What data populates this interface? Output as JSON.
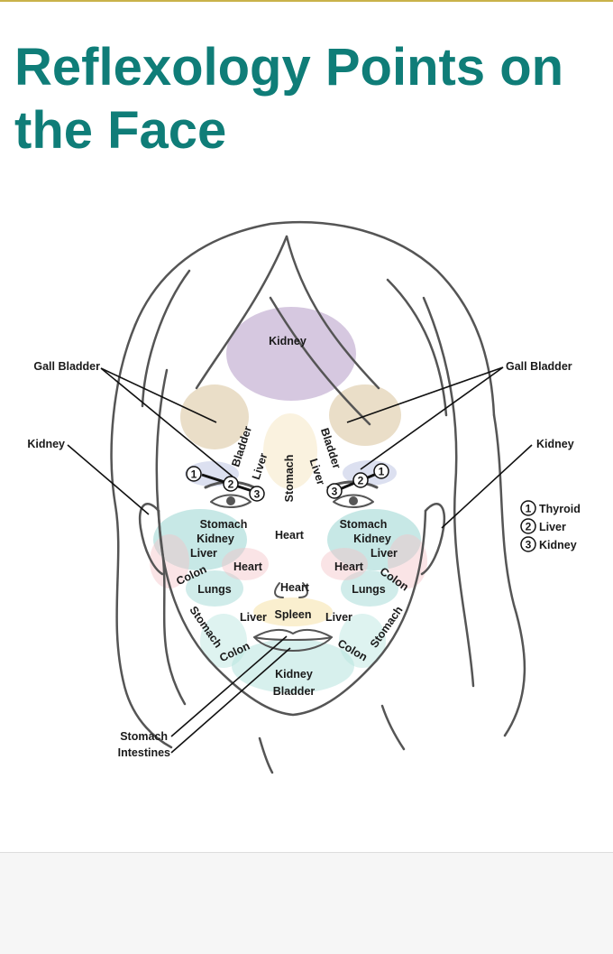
{
  "title": "Reflexology Points on the Face",
  "colors": {
    "title": "#0f7d78",
    "line": "#555555",
    "kidney_zone": "#c8b6d6",
    "gall_bladder_zone": "#d9c29a",
    "cheek_zone": "#a9dcd8",
    "heart_zone": "#f3c3c8",
    "chin_zone": "#b6e4de"
  },
  "labels": {
    "kidney_forehead": "Kidney",
    "gall_bladder_left": "Gall Bladder",
    "gall_bladder_right": "Gall Bladder",
    "kidney_left": "Kidney",
    "kidney_right": "Kidney",
    "bladder_left": "Bladder",
    "liver_left": "Liver",
    "stomach_center": "Stomach",
    "bladder_right": "Bladder",
    "liver_right": "Liver",
    "marker_1": "1",
    "marker_2": "2",
    "marker_3": "3",
    "stomach_left": "Stomach",
    "kidney_cheek_left": "Kidney",
    "liver_cheek_left": "Liver",
    "stomach_right": "Stomach",
    "kidney_cheek_right": "Kidney",
    "liver_cheek_right": "Liver",
    "heart_top": "Heart",
    "heart_left": "Heart",
    "heart_right": "Heart",
    "heart_nose": "Heart",
    "colon_left": "Colon",
    "lungs_left": "Lungs",
    "colon_right": "Colon",
    "lungs_right": "Lungs",
    "stomach_jaw_left": "Stomach",
    "stomach_jaw_right": "Stomach",
    "liver_mouth_left": "Liver",
    "spleen": "Spleen",
    "liver_mouth_right": "Liver",
    "colon_chin_left": "Colon",
    "colon_chin_right": "Colon",
    "kidney_chin": "Kidney",
    "bladder_chin": "Bladder",
    "stomach_bottom": "Stomach",
    "intestines_bottom": "Intestines"
  },
  "legend": [
    {
      "number": "1",
      "label": "Thyroid"
    },
    {
      "number": "2",
      "label": "Liver"
    },
    {
      "number": "3",
      "label": "Kidney"
    }
  ]
}
